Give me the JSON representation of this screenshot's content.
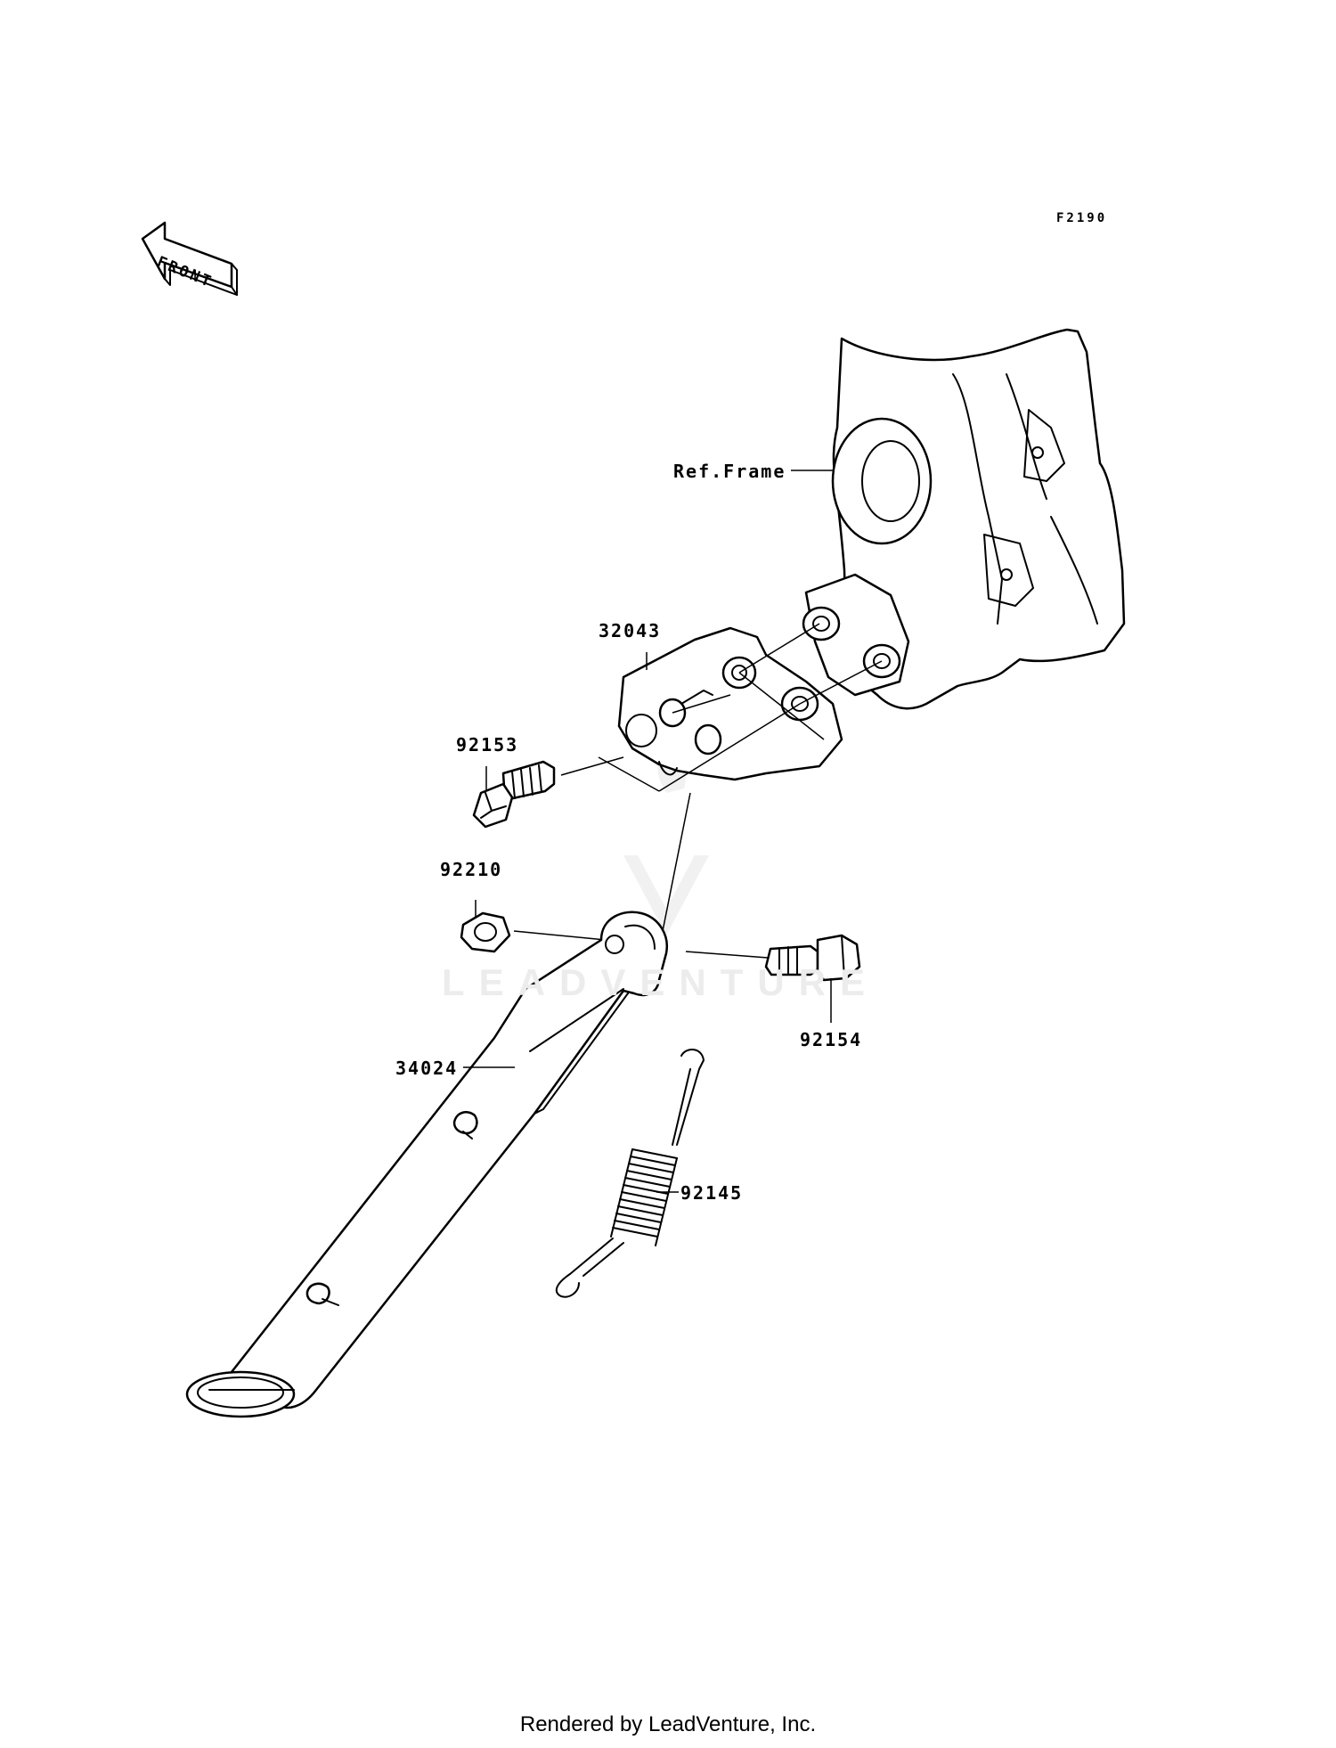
{
  "diagram": {
    "figure_code": "F2190",
    "front_arrow_text": "FRONT",
    "watermark_text": "LEADVENTURE",
    "labels": {
      "ref_frame": "Ref.Frame",
      "bracket": "32043",
      "bolt_bracket": "92153",
      "nut": "92210",
      "stand": "34024",
      "bolt_pivot": "92154",
      "spring": "92145"
    },
    "footer": "Rendered by LeadVenture, Inc."
  }
}
